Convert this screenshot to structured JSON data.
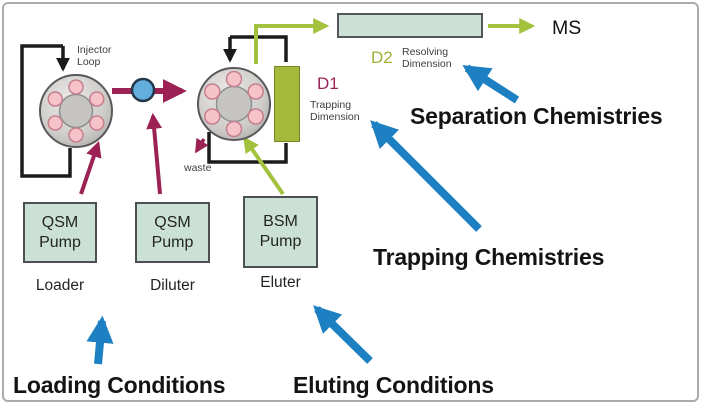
{
  "colors": {
    "maroon": "#9c2154",
    "olive": "#a2c13c",
    "trap_fill": "#a5b93b",
    "trap_border": "#75832a",
    "mint": "#cbe1d6",
    "mixer_blue": "#62aedd",
    "blue_arrow": "#1d80c3",
    "d2_green": "#a2af35",
    "text_gray": "#3d3e40",
    "ink": "#1b1b1b",
    "frame_gray": "#a9abad"
  },
  "diagram": {
    "injector_loop": {
      "line1": "Injector",
      "line2": "Loop"
    },
    "waste_label": "waste",
    "ms_label": "MS",
    "d1": {
      "code": "D1",
      "name_line1": "Trapping",
      "name_line2": "Dimension"
    },
    "d2": {
      "code": "D2",
      "name_line1": "Resolving",
      "name_line2": "Dimension"
    },
    "pumps": [
      {
        "type_line1": "QSM",
        "type_line2": "Pump",
        "role": "Loader"
      },
      {
        "type_line1": "QSM",
        "type_line2": "Pump",
        "role": "Diluter"
      },
      {
        "type_line1": "BSM",
        "type_line2": "Pump",
        "role": "Eluter"
      }
    ]
  },
  "annotations": {
    "separation": "Separation Chemistries",
    "trapping": "Trapping Chemistries",
    "loading": "Loading Conditions",
    "eluting": "Eluting Conditions"
  }
}
